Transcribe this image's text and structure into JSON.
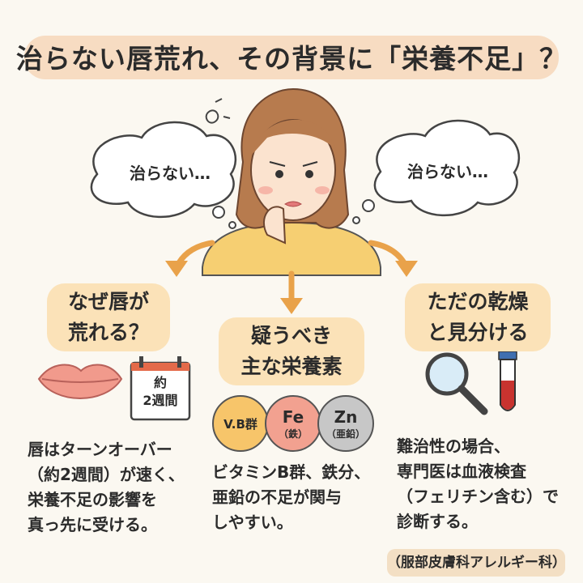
{
  "title": "治らない唇荒れ、その背景に「栄養不足」？",
  "thought_left": "治らない…",
  "thought_right": "治らない…",
  "left": {
    "heading_line1": "なぜ唇が",
    "heading_line2": "荒れる？",
    "calendar_line1": "約",
    "calendar_line2": "2週間",
    "body": [
      "唇はターンオーバー",
      "（約2週間）が速く、",
      "栄養不足の影響を",
      "真っ先に受ける。"
    ]
  },
  "center": {
    "heading_line1": "疑うべき",
    "heading_line2": "主な栄養素",
    "nutrients": [
      {
        "main": "V.B群",
        "sub": "",
        "color": "#f7c56a"
      },
      {
        "main": "Fe",
        "sub": "（鉄）",
        "color": "#f2a190"
      },
      {
        "main": "Zn",
        "sub": "（亜鉛）",
        "color": "#c7c7c7"
      }
    ],
    "body": [
      "ビタミンB群、鉄分、",
      "亜鉛の不足が関与",
      "しやすい。"
    ]
  },
  "right": {
    "heading_line1": "ただの乾燥",
    "heading_line2": "と見分ける",
    "body": [
      "難治性の場合、",
      "専門医は血液検査",
      "（フェリチン含む）で",
      "診断する。"
    ]
  },
  "footer": "（服部皮膚科アレルギー科）",
  "colors": {
    "accent": "#e9a24a",
    "highlight": "#fbe2b8",
    "background": "#fbf8f1"
  }
}
